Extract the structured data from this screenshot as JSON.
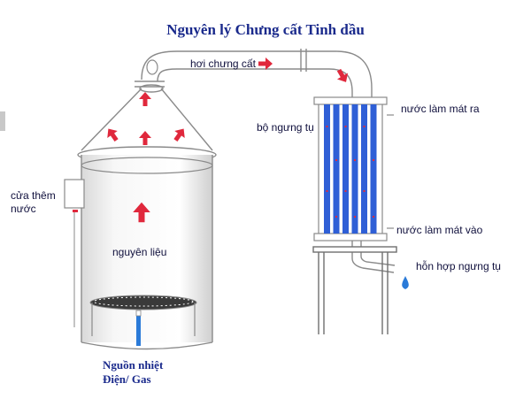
{
  "title": "Nguyên lý Chưng cất Tinh dầu",
  "labels": {
    "vapor": "hơi chưng cất",
    "condenser": "bộ ngưng tụ",
    "cooling_out": "nước làm mát ra",
    "cooling_in": "nước làm mát vào",
    "mixture": "hỗn hợp ngưng tụ",
    "material": "nguyên liệu",
    "water_inlet_line1": "cửa thêm",
    "water_inlet_line2": "nước",
    "heat_line1": "Nguồn nhiệt",
    "heat_line2": "Điện/ Gas"
  },
  "colors": {
    "title": "#1a2a8c",
    "arrow": "#e0283c",
    "condenser_tube": "#2f5fd6",
    "droplet": "#2a7ad8",
    "outline": "#8a8a8a"
  }
}
